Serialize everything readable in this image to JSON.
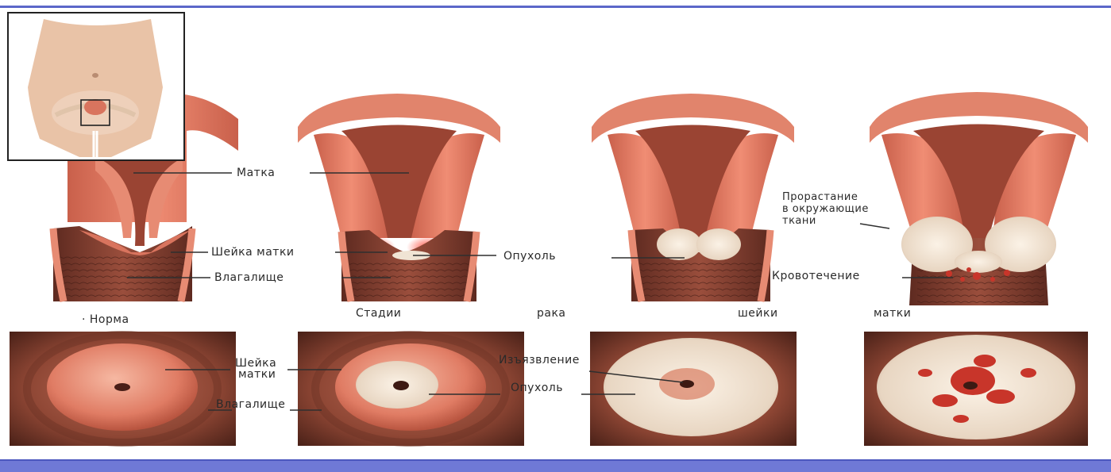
{
  "labels": {
    "uterus": "Матка",
    "cervix": "Шейка матки",
    "vagina": "Влагалище",
    "tumor": "Опухоль",
    "invasion_line1": "Прорастание",
    "invasion_line2": "в окружающие",
    "invasion_line3": "ткани",
    "bleeding": "Кровотечение",
    "norm": "Норма",
    "caption_word1": "Стадии",
    "caption_word2": "рака",
    "caption_word3": "шейки",
    "caption_word4": "матки",
    "cervix_view_line1": "Шейка",
    "cervix_view_line2": "матки",
    "vagina_view": "Влагалище",
    "ulceration": "Изъязвление",
    "tumor_view": "Опухоль"
  },
  "colors": {
    "frame_blue": "#5b67c9",
    "muscle": "#d9745e",
    "muscle_dark": "#8e3b2c",
    "inner_cavity": "#9a4433",
    "vaginal_wall": "#7d3a2c",
    "tumor_tissue": "#efe3d2",
    "blood": "#c8352a"
  },
  "icons": {
    "inset": "female-body-pelvis-locator"
  }
}
